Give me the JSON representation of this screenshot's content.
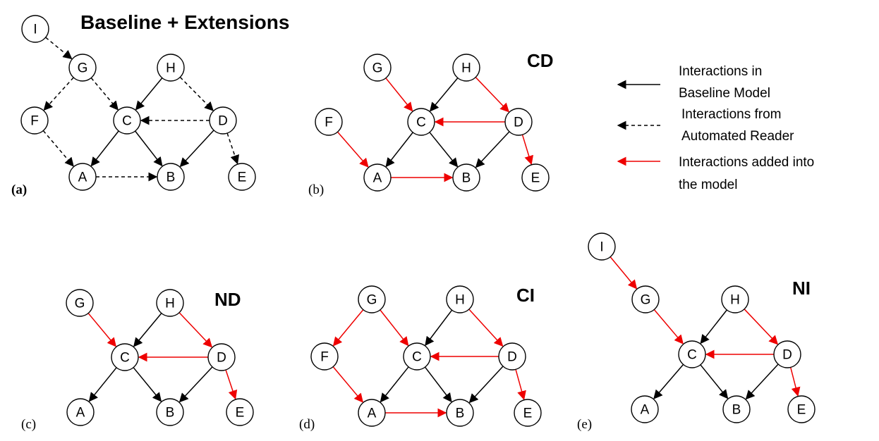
{
  "colors": {
    "baseline": "#000000",
    "reader": "#000000",
    "added": "#ee0000"
  },
  "titles": {
    "main": "Baseline + Extensions",
    "cd": "CD",
    "nd": "ND",
    "ci": "CI",
    "ni": "NI"
  },
  "panel_labels": [
    "(a)",
    "(b)",
    "(c)",
    "(d)",
    "(e)"
  ],
  "legend": {
    "baseline": [
      "Interactions in",
      "Baseline Model"
    ],
    "reader": [
      "Interactions from",
      "Automated Reader"
    ],
    "added": [
      "Interactions added into",
      "the model"
    ]
  },
  "panels": [
    {
      "id": "a",
      "nodes": [
        "I",
        "G",
        "H",
        "F",
        "C",
        "D",
        "A",
        "B",
        "E"
      ],
      "edges": [
        {
          "from": "I",
          "to": "G",
          "kind": "reader"
        },
        {
          "from": "G",
          "to": "F",
          "kind": "reader"
        },
        {
          "from": "G",
          "to": "C",
          "kind": "reader"
        },
        {
          "from": "H",
          "to": "C",
          "kind": "baseline"
        },
        {
          "from": "H",
          "to": "D",
          "kind": "reader"
        },
        {
          "from": "D",
          "to": "C",
          "kind": "reader"
        },
        {
          "from": "F",
          "to": "A",
          "kind": "reader"
        },
        {
          "from": "C",
          "to": "A",
          "kind": "baseline"
        },
        {
          "from": "C",
          "to": "B",
          "kind": "baseline"
        },
        {
          "from": "D",
          "to": "B",
          "kind": "baseline"
        },
        {
          "from": "D",
          "to": "E",
          "kind": "reader"
        },
        {
          "from": "A",
          "to": "B",
          "kind": "reader"
        }
      ]
    },
    {
      "id": "b",
      "nodes": [
        "G",
        "H",
        "F",
        "C",
        "D",
        "A",
        "B",
        "E"
      ],
      "edges": [
        {
          "from": "G",
          "to": "C",
          "kind": "added"
        },
        {
          "from": "H",
          "to": "C",
          "kind": "baseline"
        },
        {
          "from": "H",
          "to": "D",
          "kind": "added"
        },
        {
          "from": "D",
          "to": "C",
          "kind": "added"
        },
        {
          "from": "F",
          "to": "A",
          "kind": "added"
        },
        {
          "from": "C",
          "to": "A",
          "kind": "baseline"
        },
        {
          "from": "C",
          "to": "B",
          "kind": "baseline"
        },
        {
          "from": "D",
          "to": "B",
          "kind": "baseline"
        },
        {
          "from": "D",
          "to": "E",
          "kind": "added"
        },
        {
          "from": "A",
          "to": "B",
          "kind": "added"
        }
      ]
    },
    {
      "id": "c",
      "nodes": [
        "G",
        "H",
        "C",
        "D",
        "A",
        "B",
        "E"
      ],
      "edges": [
        {
          "from": "G",
          "to": "C",
          "kind": "added"
        },
        {
          "from": "H",
          "to": "C",
          "kind": "baseline"
        },
        {
          "from": "H",
          "to": "D",
          "kind": "added"
        },
        {
          "from": "D",
          "to": "C",
          "kind": "added"
        },
        {
          "from": "C",
          "to": "A",
          "kind": "baseline"
        },
        {
          "from": "C",
          "to": "B",
          "kind": "baseline"
        },
        {
          "from": "D",
          "to": "B",
          "kind": "baseline"
        },
        {
          "from": "D",
          "to": "E",
          "kind": "added"
        }
      ]
    },
    {
      "id": "d",
      "nodes": [
        "G",
        "H",
        "F",
        "C",
        "D",
        "A",
        "B",
        "E"
      ],
      "edges": [
        {
          "from": "G",
          "to": "F",
          "kind": "added"
        },
        {
          "from": "G",
          "to": "C",
          "kind": "added"
        },
        {
          "from": "H",
          "to": "C",
          "kind": "baseline"
        },
        {
          "from": "H",
          "to": "D",
          "kind": "added"
        },
        {
          "from": "D",
          "to": "C",
          "kind": "added"
        },
        {
          "from": "F",
          "to": "A",
          "kind": "added"
        },
        {
          "from": "C",
          "to": "A",
          "kind": "baseline"
        },
        {
          "from": "C",
          "to": "B",
          "kind": "baseline"
        },
        {
          "from": "D",
          "to": "B",
          "kind": "baseline"
        },
        {
          "from": "D",
          "to": "E",
          "kind": "added"
        },
        {
          "from": "A",
          "to": "B",
          "kind": "added"
        }
      ]
    },
    {
      "id": "e",
      "nodes": [
        "I",
        "G",
        "H",
        "C",
        "D",
        "A",
        "B",
        "E"
      ],
      "edges": [
        {
          "from": "I",
          "to": "G",
          "kind": "added"
        },
        {
          "from": "G",
          "to": "C",
          "kind": "added"
        },
        {
          "from": "H",
          "to": "C",
          "kind": "baseline"
        },
        {
          "from": "H",
          "to": "D",
          "kind": "added"
        },
        {
          "from": "D",
          "to": "C",
          "kind": "added"
        },
        {
          "from": "C",
          "to": "A",
          "kind": "baseline"
        },
        {
          "from": "C",
          "to": "B",
          "kind": "baseline"
        },
        {
          "from": "D",
          "to": "B",
          "kind": "baseline"
        },
        {
          "from": "D",
          "to": "E",
          "kind": "added"
        }
      ]
    }
  ]
}
